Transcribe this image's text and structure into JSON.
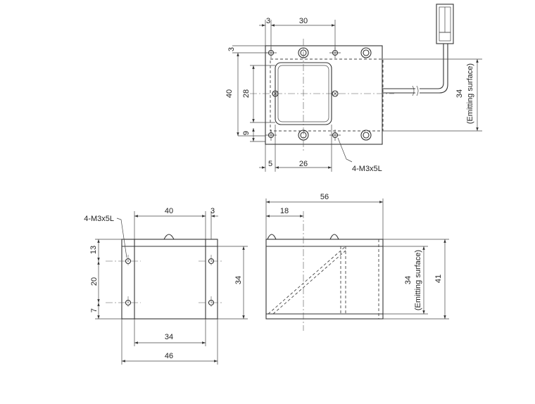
{
  "top_view": {
    "dim_3_top": "3",
    "dim_30": "30",
    "dim_3_left": "3",
    "dim_40": "40",
    "dim_28": "28",
    "dim_9": "9",
    "dim_5": "5",
    "dim_26": "26",
    "screw_note": "4-M3x5L",
    "dim_34": "34",
    "emitting_surface": "(Emitting surface)"
  },
  "front_view": {
    "screw_note": "4-M3x5L",
    "dim_40": "40",
    "dim_3": "3",
    "dim_13": "13",
    "dim_20": "20",
    "dim_7": "7",
    "dim_34_right": "34",
    "dim_34_bottom": "34",
    "dim_46": "46"
  },
  "side_view": {
    "dim_56": "56",
    "dim_18": "18",
    "dim_34": "34",
    "emitting_surface": "(Emitting surface)",
    "dim_41": "41"
  }
}
